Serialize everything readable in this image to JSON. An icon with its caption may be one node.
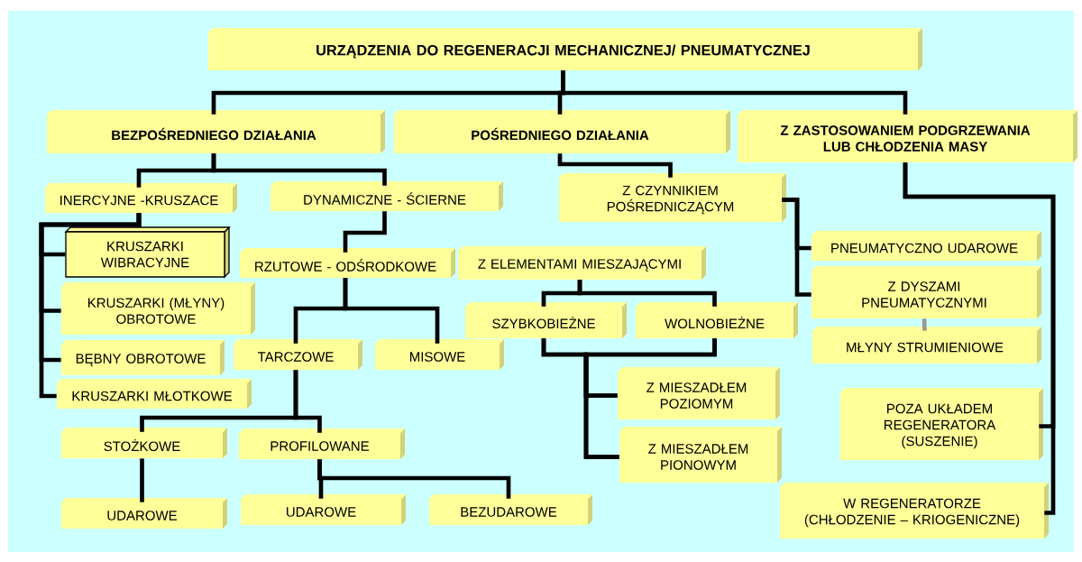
{
  "diagram": {
    "nodes": [
      {
        "text": [
          "URZĄDZENIA DO REGENERACJI MECHANICZNEJ/ PNEUMATYCZNEJ"
        ]
      },
      {
        "text": [
          "BEZPOŚREDNIEGO DZIAŁANIA"
        ]
      },
      {
        "text": [
          "POŚREDNIEGO DZIAŁANIA"
        ]
      },
      {
        "text": [
          "Z ZASTOSOWANIEM PODGRZEWANIA LUB CHŁODZENIA MASY"
        ]
      },
      {
        "text": [
          "INERCYJNE -KRUSZACE"
        ]
      },
      {
        "text": [
          "DYNAMICZNE - ŚCIERNE"
        ]
      },
      {
        "text": [
          "KRUSZARKI WIBRACYJNE"
        ]
      },
      {
        "text": [
          "KRUSZARKI (MŁYNY) OBROTOWE"
        ]
      },
      {
        "text": [
          "BĘBNY OBROTOWE"
        ]
      },
      {
        "text": [
          "KRUSZARKI MŁOTKOWE"
        ]
      },
      {
        "text": [
          "RZUTOWE - ODŚRODKOWE"
        ]
      },
      {
        "text": [
          "Z ELEMENTAMI MIESZAJĄCYMI"
        ]
      },
      {
        "text": [
          "Z CZYNNIKIEM POŚREDNICZĄCYM"
        ]
      },
      {
        "text": [
          "PNEUMATYCZNO UDAROWE"
        ]
      },
      {
        "text": [
          "Z DYSZAMI PNEUMATYCZNYMI"
        ]
      },
      {
        "text": [
          "MŁYNY STRUMIENIOWE"
        ]
      },
      {
        "text": [
          "SZYBKOBIEŻNE"
        ]
      },
      {
        "text": [
          "WOLNOBIEŻNE"
        ]
      },
      {
        "text": [
          "TARCZOWE"
        ]
      },
      {
        "text": [
          "MISOWE"
        ]
      },
      {
        "text": [
          "Z MIESZADŁEM POZIOMYM"
        ]
      },
      {
        "text": [
          "Z MIESZADŁEM PIONOWYM"
        ]
      },
      {
        "text": [
          "STOŻKOWE"
        ]
      },
      {
        "text": [
          "PROFILOWANE"
        ]
      },
      {
        "text": [
          "UDAROWE"
        ]
      },
      {
        "text": [
          "UDAROWE"
        ]
      },
      {
        "text": [
          "BEZUDAROWE"
        ]
      },
      {
        "text": [
          "POZA UKŁADEM REGENERATORA (SUSZENIE)"
        ]
      },
      {
        "text": [
          "W REGENERATORZE (CHŁODZENIE – KRIOGENICZNE)"
        ]
      }
    ],
    "edges": [
      {
        "from": 0,
        "to": 1,
        "arrow": "none"
      },
      {
        "from": 0,
        "to": 2,
        "arrow": "none"
      },
      {
        "from": 0,
        "to": 3,
        "arrow": "none"
      },
      {
        "from": 1,
        "to": 4,
        "arrow": "none"
      },
      {
        "from": 1,
        "to": 5,
        "arrow": "none"
      },
      {
        "from": 4,
        "to": 6,
        "arrow": "none"
      },
      {
        "from": 4,
        "to": 7,
        "arrow": "none"
      },
      {
        "from": 4,
        "to": 8,
        "arrow": "none"
      },
      {
        "from": 4,
        "to": 9,
        "arrow": "none"
      },
      {
        "from": 5,
        "to": 10,
        "arrow": "none"
      },
      {
        "from": 10,
        "to": 18,
        "arrow": "none"
      },
      {
        "from": 10,
        "to": 19,
        "arrow": "none"
      },
      {
        "from": 18,
        "to": 22,
        "arrow": "none"
      },
      {
        "from": 18,
        "to": 23,
        "arrow": "none"
      },
      {
        "from": 22,
        "to": 24,
        "arrow": "none"
      },
      {
        "from": 23,
        "to": 25,
        "arrow": "none"
      },
      {
        "from": 23,
        "to": 26,
        "arrow": "none"
      },
      {
        "from": 2,
        "to": 12,
        "arrow": "none"
      },
      {
        "from": 12,
        "to": 13,
        "arrow": "none"
      },
      {
        "from": 12,
        "to": 14,
        "arrow": "none"
      },
      {
        "from": 14,
        "to": 15,
        "arrow": "none",
        "color": "#999999"
      },
      {
        "from": 11,
        "to": 16,
        "arrow": "none"
      },
      {
        "from": 11,
        "to": 17,
        "arrow": "none"
      },
      {
        "from": 16,
        "to": 20,
        "arrow": "none"
      },
      {
        "from": 16,
        "to": 21,
        "arrow": "none"
      },
      {
        "from": 17,
        "to": 20,
        "arrow": "none"
      },
      {
        "from": 17,
        "to": 21,
        "arrow": "none"
      },
      {
        "from": 3,
        "to": 27,
        "arrow": "none"
      },
      {
        "from": 3,
        "to": 28,
        "arrow": "none"
      }
    ]
  }
}
